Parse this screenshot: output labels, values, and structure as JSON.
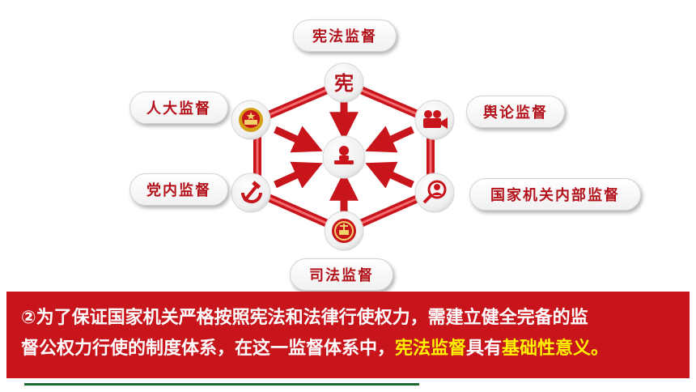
{
  "diagram": {
    "nodes": {
      "top": "宪法监督",
      "top_left": "人大监督",
      "top_right": "舆论监督",
      "bottom_left": "党内监督",
      "bottom_right": "国家机关内部监督",
      "bottom": "司法监督"
    },
    "top_node_icon_char": "宪",
    "icons": {
      "center": "person-seal-icon",
      "top": "constitution-char-icon",
      "top_left": "national-emblem-icon",
      "top_right": "video-camera-icon",
      "bottom_left": "hammer-sickle-icon",
      "bottom_right": "magnifier-person-icon",
      "bottom": "court-emblem-icon"
    },
    "colors": {
      "accent_red": "#c8151b",
      "dark_red": "#8e0d12",
      "highlight_yellow": "#fff200",
      "rule_green": "#1d6a34"
    }
  },
  "banner": {
    "line1": "②为了保证国家机关严格按照宪法和法律行使权力，需建立健全完备的监",
    "line2_part1": "督公权力行使的制度体系，在这一监督体系中，",
    "line2_highlight1": "宪法监督",
    "line2_part2": "具有",
    "line2_highlight2": "基础性意义。"
  }
}
